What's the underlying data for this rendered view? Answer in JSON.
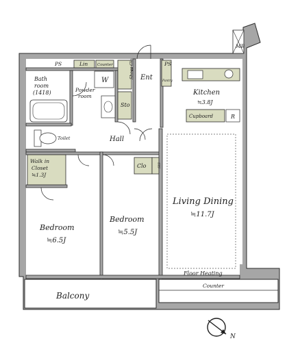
{
  "labels": {
    "ps_left": "PS",
    "lin": "Lin",
    "counter_top": "Counter",
    "shoe_closet": "Shoes Clo",
    "ent": "Ent",
    "ps_right": "PS",
    "pantry": "Pantry",
    "mb": "MB",
    "bath_line1": "Bath",
    "bath_line2": "room",
    "bath_line3": "(1418)",
    "w": "W",
    "powder_line1": "Powder",
    "powder_line2": "room",
    "sto": "Sto",
    "kitchen": "Kitchen",
    "kitchen_area": "≒3.8J",
    "cupboard": "Cupboard",
    "r": "R",
    "toilet": "Toilet",
    "hall": "Hall",
    "wic_line1": "Walk in",
    "wic_line2": "Closet",
    "wic_line3": "≒1.3J",
    "clo": "Clo",
    "sis": "SIS",
    "living": "Living Dining",
    "living_area": "≒11.7J",
    "bedroom1": "Bedroom",
    "bedroom1_area": "≒6.5J",
    "bedroom2": "Bedroom",
    "bedroom2_area": "≒5.5J",
    "floor_heating": "Floor Heating",
    "balcony": "Balcony",
    "counter_bottom": "Counter",
    "compass": "N"
  },
  "colors": {
    "wall": "#a6a6a6",
    "wall_outline": "#2a2a2a",
    "closet_fill": "#d9dcc0",
    "floor": "#ffffff",
    "line": "#1d1d1d"
  }
}
